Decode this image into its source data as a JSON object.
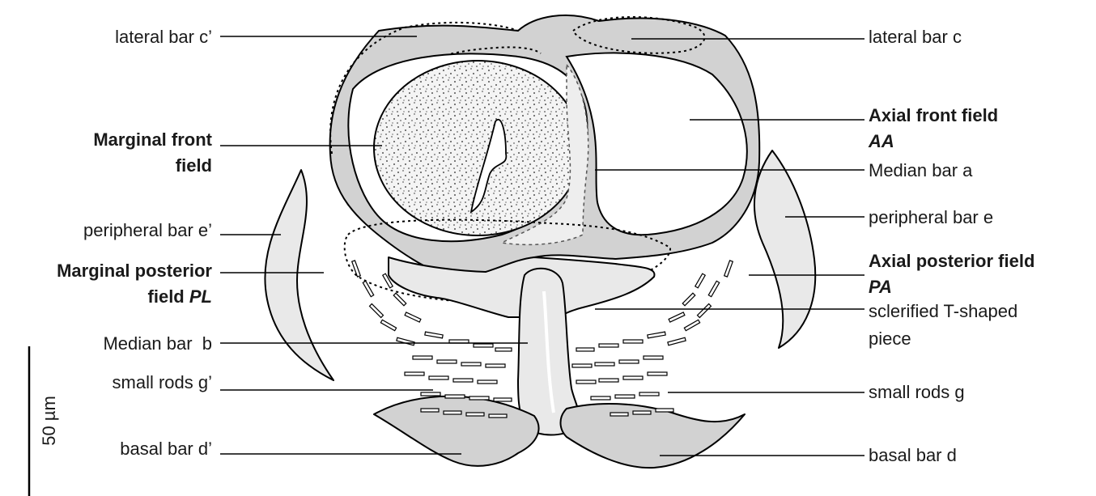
{
  "labels": {
    "lateral_bar_c_prime": "lateral bar c’",
    "lateral_bar_c": "lateral bar c",
    "axial_front_field": "Axial front field",
    "axial_front_field_abbr": "AA",
    "marginal_front_field_line1": "Marginal front",
    "marginal_front_field_line2": "field",
    "median_bar_a": "Median bar a",
    "peripheral_bar_e_prime": "peripheral bar e’",
    "peripheral_bar_e": "peripheral bar e",
    "marginal_posterior_field_line1": "Marginal posterior",
    "marginal_posterior_field_line2": "field",
    "marginal_posterior_field_abbr": "PL",
    "axial_posterior_field": "Axial posterior field",
    "axial_posterior_field_abbr": "PA",
    "sclerified_piece_line1": "sclerified T-shaped",
    "sclerified_piece_line2": "piece",
    "median_bar_b": "Median bar  b",
    "small_rods_g_prime": "small rods g’",
    "small_rods_g": "small rods g",
    "basal_bar_d_prime": "basal bar d’",
    "basal_bar_d": "basal bar d"
  },
  "scale_bar": {
    "label": "50 µm"
  },
  "colors": {
    "sclerite_fill": "#d2d2d2",
    "light_fill": "#e9e9e9",
    "outline": "#000000"
  }
}
